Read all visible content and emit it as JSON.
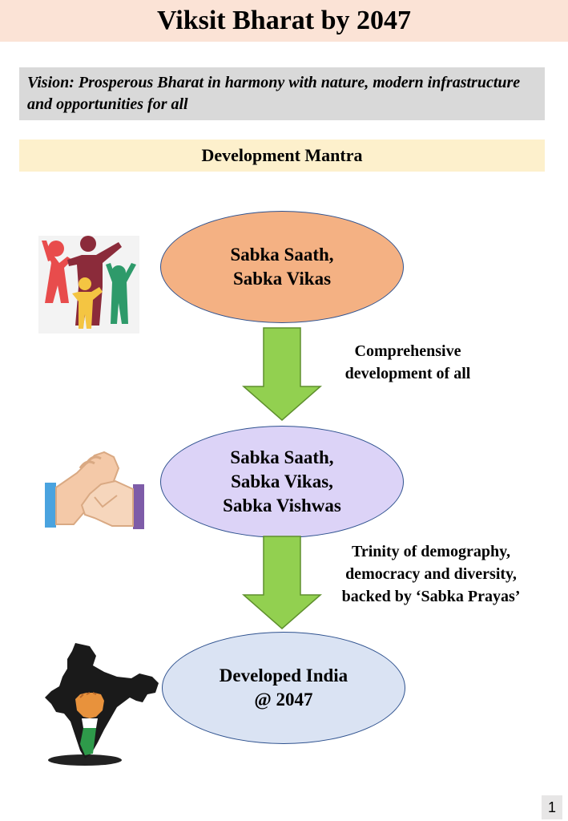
{
  "header": {
    "title": "Viksit Bharat by 2047"
  },
  "vision": {
    "text": "Vision: Prosperous Bharat in harmony with nature, modern infrastructure and opportunities for all"
  },
  "mantra": {
    "heading": "Development Mantra"
  },
  "nodes": [
    {
      "lines": [
        "Sabka Saath,",
        "Sabka Vikas"
      ],
      "color": "#f4b183"
    },
    {
      "lines": [
        "Sabka Saath,",
        "Sabka Vikas,",
        "Sabka Vishwas"
      ],
      "color": "#dcd3f7"
    },
    {
      "lines": [
        "Developed India",
        "@ 2047"
      ],
      "color": "#dae3f3"
    }
  ],
  "edges": [
    {
      "lines": [
        "Comprehensive",
        "development of all"
      ]
    },
    {
      "lines": [
        "Trinity of demography,",
        "democracy and diversity,",
        "backed by ‘Sabka Prayas’"
      ]
    }
  ],
  "icons": [
    "family-icon",
    "handshake-icon",
    "india-map-icon"
  ],
  "colors": {
    "arrow": "#92d050",
    "arrow_border": "#5e8f2d",
    "node_border": "#2f528f",
    "title_bg": "#fbe3d6",
    "vision_bg": "#d9d9d9",
    "mantra_bg": "#fdf0cc"
  },
  "page": {
    "number": "1"
  }
}
